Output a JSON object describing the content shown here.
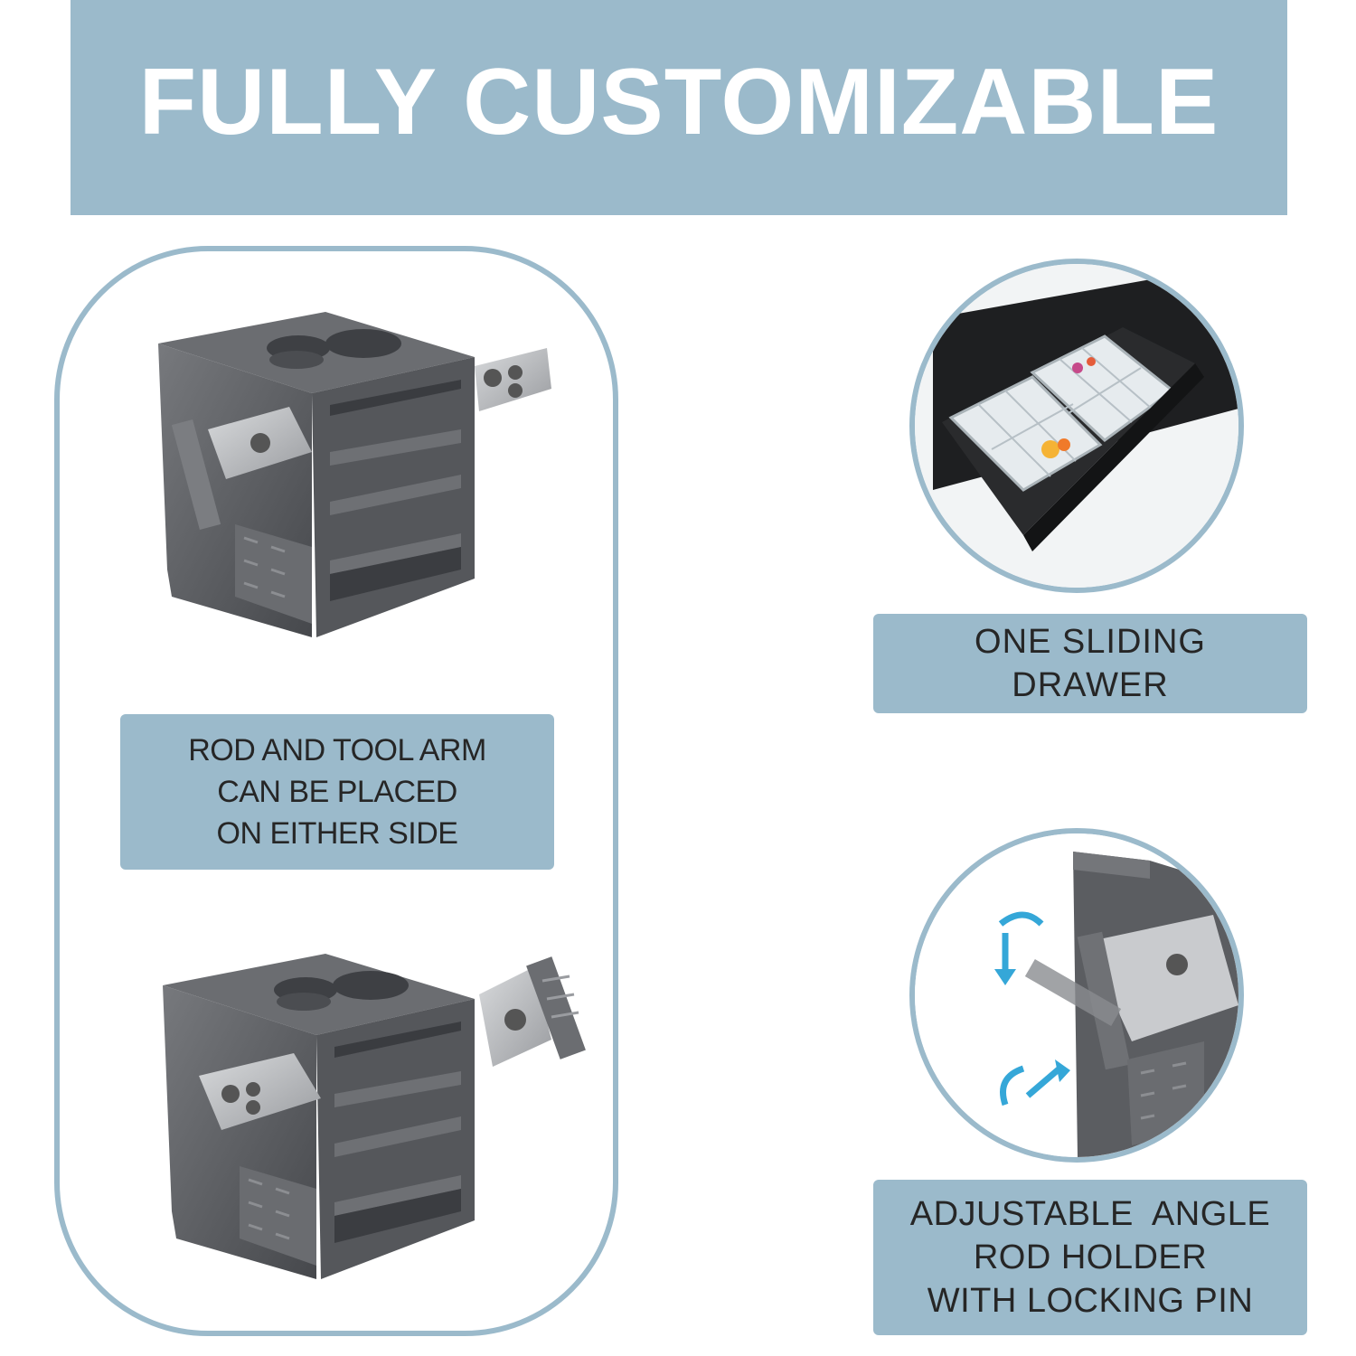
{
  "header": {
    "title": "FULLY CUSTOMIZABLE"
  },
  "labels": {
    "rod_arm": [
      "ROD AND TOOL ARM",
      "CAN BE PLACED",
      "ON EITHER SIDE"
    ],
    "drawer": [
      "ONE SLIDING",
      "DRAWER"
    ],
    "angle": [
      "ADJUSTABLE  ANGLE",
      "ROD HOLDER",
      "WITH LOCKING PIN"
    ]
  },
  "colors": {
    "accent": "#9bbacb",
    "cart_gray": "#5d5f63",
    "arrow_blue": "#35a7d8"
  }
}
